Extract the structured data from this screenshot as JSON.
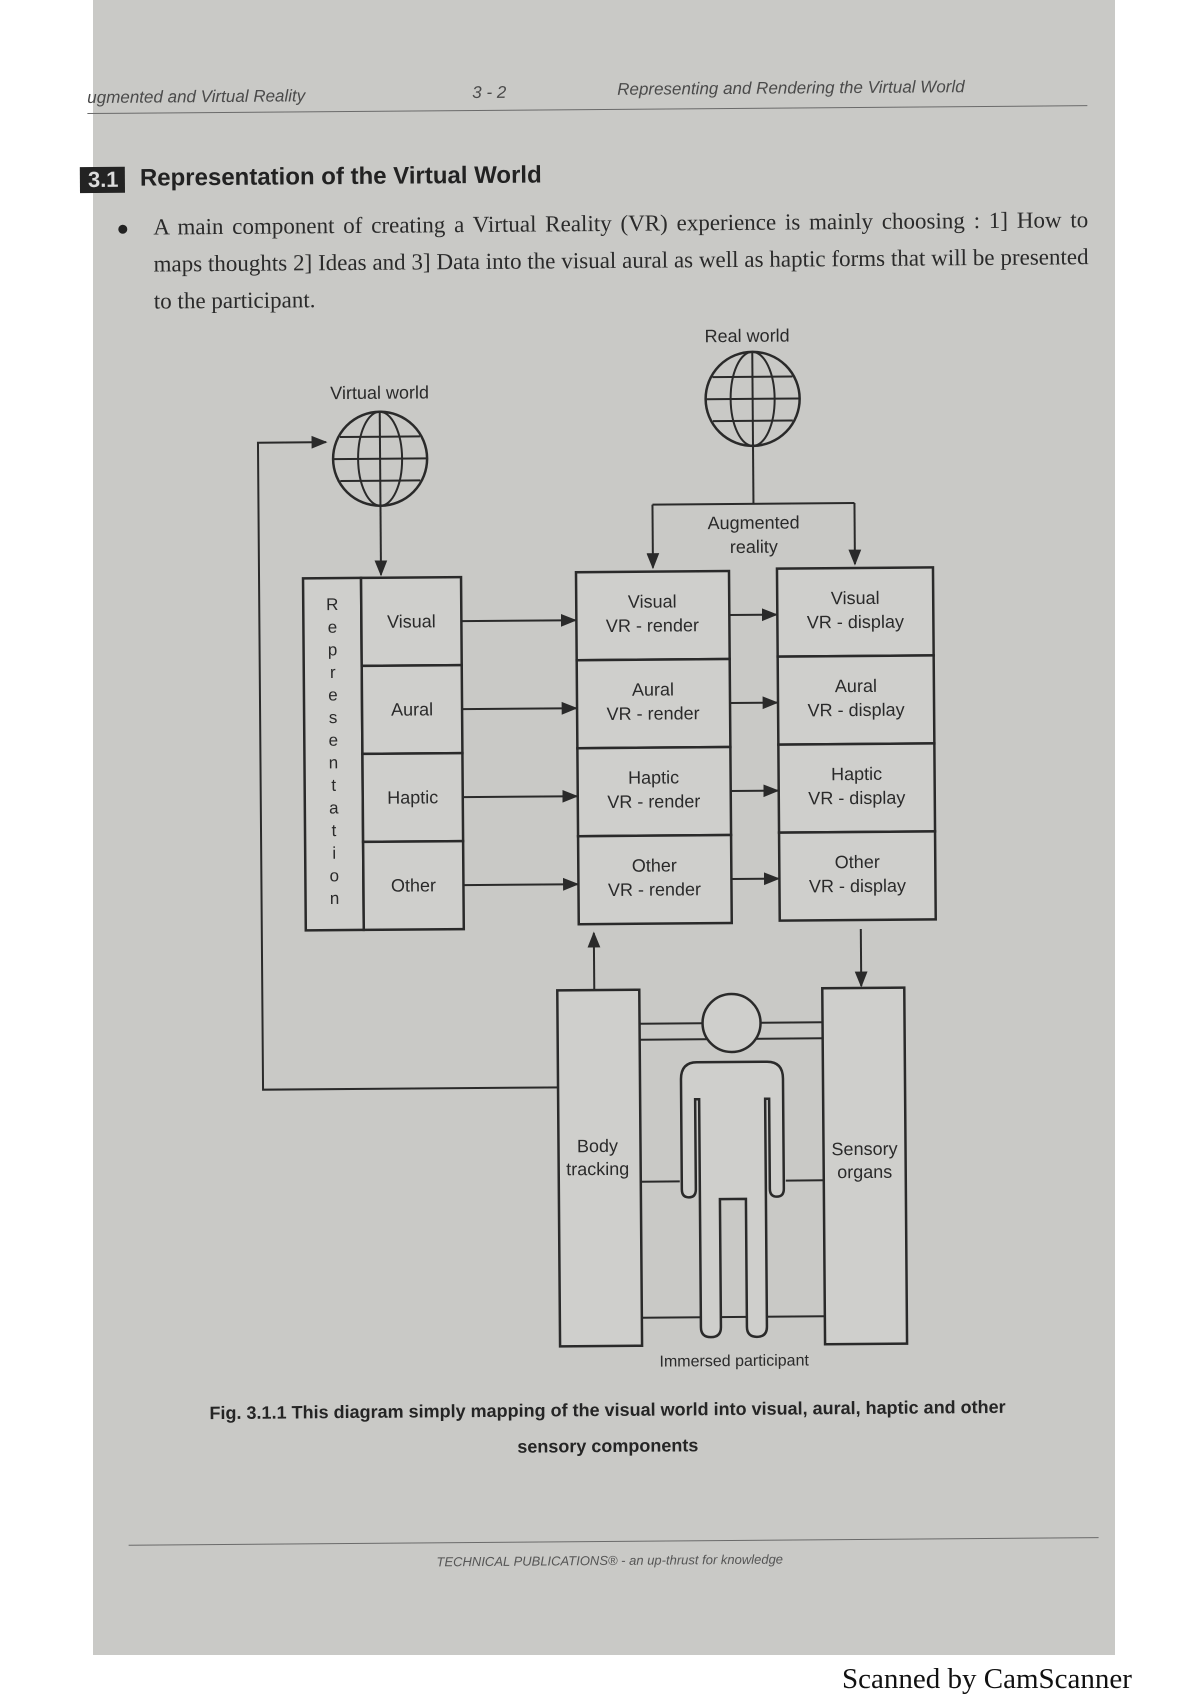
{
  "header": {
    "left": "ugmented and Virtual Reality",
    "center": "3 - 2",
    "right": "Representing and Rendering the Virtual World"
  },
  "section": {
    "number": "3.1",
    "title": "Representation of the Virtual World"
  },
  "bullet": "A main component of creating a Virtual Reality (VR) experience is mainly choosing : 1] How to maps thoughts 2] Ideas and 3] Data into the visual aural as well as haptic forms that will be presented to the participant.",
  "diagram": {
    "real_world_label": "Real world",
    "virtual_world_label": "Virtual world",
    "augmented_label_1": "Augmented",
    "augmented_label_2": "reality",
    "representation_letters": [
      "R",
      "e",
      "p",
      "r",
      "e",
      "s",
      "e",
      "n",
      "t",
      "a",
      "t",
      "i",
      "o",
      "n"
    ],
    "modalities": [
      "Visual",
      "Aural",
      "Haptic",
      "Other"
    ],
    "render_suffix": "VR - render",
    "display_suffix": "VR - display",
    "body_tracking_1": "Body",
    "body_tracking_2": "tracking",
    "sensory_organs_1": "Sensory",
    "sensory_organs_2": "organs",
    "immersed_label": "Immersed participant"
  },
  "caption": {
    "line1": "Fig. 3.1.1 This diagram simply mapping of the visual world into visual, aural, haptic and other",
    "line2": "sensory components"
  },
  "footer": {
    "text": "TECHNICAL PUBLICATIONS® - an up-thrust for knowledge"
  },
  "watermark": "Scanned by CamScanner",
  "colors": {
    "page": "#c9c9c6",
    "box_fill": "#cfcfcc",
    "line": "#2a2a2a"
  }
}
